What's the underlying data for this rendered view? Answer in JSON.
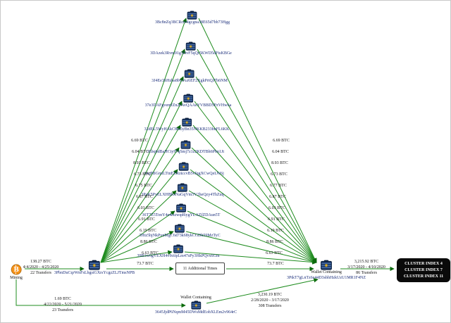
{
  "diagram": {
    "mining": {
      "label": "Mining"
    },
    "left_wallet": {
      "address": "3PbnDuCqrWnFsLbgsiGXrsYcgzZLJTmsNPB",
      "amount": "138.27 BTC",
      "dates": "4/4/2020 - 4/25/2020",
      "transfers": "22 Transfers"
    },
    "right_wallet": {
      "title": "Wallet Containing",
      "address": "3PtkT7gLnTz6e44D3sbhHzkUzU1MR1F4NZ",
      "amount": "3,215.92 BTC",
      "dates": "3/17/2020 - 4/10/2020",
      "transfers": "86 Transfers"
    },
    "bottom_wallet": {
      "title": "Wallet Containing",
      "address": "3645JjdP6NqmM45DWsMdEobXLEm2v964rC"
    },
    "bottom_left_flow": {
      "amount": "1.69 BTC",
      "dates": "4/22/2020 - 5/21/2020",
      "transfers": "23 Transfers"
    },
    "bottom_right_flow": {
      "amount": "3,230.19 BTC",
      "dates": "2/28/2020 - 3/17/2020",
      "transfers": "308 Transfers"
    },
    "additional_box": {
      "label": "11 Additional Times",
      "left_amount": "73.7 BTC",
      "right_amount": "73.7 BTC"
    },
    "cluster_box": {
      "lines": [
        "CLUSTER INDEX 4",
        "CLUSTER INDEX 7",
        "CLUSTER INDEX 11"
      ]
    },
    "chain": [
      {
        "address": "3Bc8nZq3BCRcer4gcgna38E65d7bb73Hgg",
        "left_amount": "6.69 BTC",
        "right_amount": "6.69 BTC"
      },
      {
        "address": "3DAzek3Rvm91g3DvF5qQr5KWD5dFtsKBGe",
        "left_amount": "6.04 BTC",
        "right_amount": "6.04 BTC"
      },
      {
        "address": "3J4Ee3SHzba8bvJAz6EF2XgkPrtQJ7h6NM",
        "left_amount": "8.93 BTC",
        "right_amount": "8.93 BTC"
      },
      {
        "address": "37e3DAFgvemfZn2eAvQAAeYVBBD5PzVHw6a",
        "left_amount": "6.73 BTC",
        "right_amount": "6.73 BTC"
      },
      {
        "address": "32dEL5WyHAkC8m5yBn35NKKB233bnFL6KK",
        "left_amount": "6.75 BTC",
        "right_amount": "6.77 BTC"
      },
      {
        "address": "3Ebq6dBaHCty97qSmj7z1z2KDTBh6Pbn1Jt",
        "left_amount": "6.87 BTC",
        "right_amount": "6.87 BTC"
      },
      {
        "address": "34qPBGmiLTtnEERztccvB5vfqgXCwQeLW6j",
        "left_amount": "6.03 BTC",
        "right_amount": "6.03 BTC"
      },
      {
        "address": "3PaK5PyELXHBhxNaGqVm5V2heQzy4ThZuq",
        "left_amount": "6.91 BTC",
        "right_amount": "6.91 BTC"
      },
      {
        "address": "36T7Z5TonY4e4etzwqd6ygYLAZfZDAun5T",
        "left_amount": "6.19 BTC",
        "right_amount": "6.19 BTC"
      },
      {
        "address": "3Htz5hjNkPvnMgC6d73k68ykCGDh59MzTyC",
        "left_amount": "8.86 BTC",
        "right_amount": "8.86 BTC"
      },
      {
        "address": "39B1w6gVEXH4v9cttpLm47sPy3HkPQvx6Gm",
        "left_amount": "6.63 BTC",
        "right_amount": "6.63 BTC"
      }
    ]
  }
}
